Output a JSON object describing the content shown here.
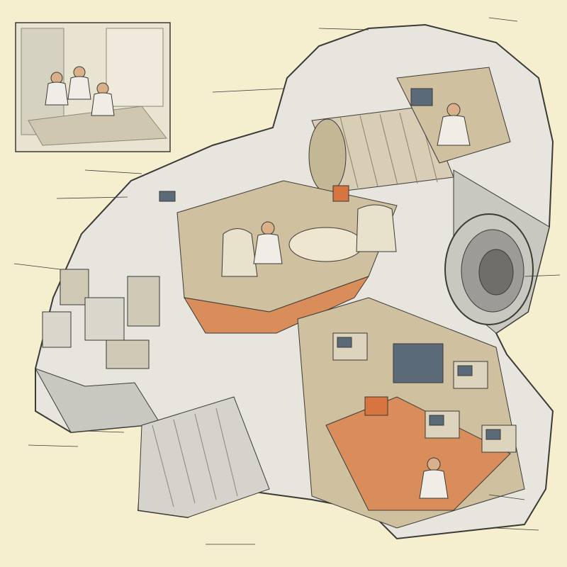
{
  "illustration": {
    "palette": {
      "paper": "#f6efcf",
      "hull": "#e7e5de",
      "hull_shade": "#c9c8c0",
      "hull_dark": "#9c9b95",
      "outline": "#3a3a36",
      "floor": "#d98d5a",
      "floor_dark": "#b8683c",
      "interior": "#cfc0a0",
      "interior_dark": "#8f7e62",
      "accent_orange": "#d8743f",
      "screen": "#5a6a78",
      "figure": "#f0ede6"
    },
    "elements": {
      "inset_panel": "crew-lounge-inset",
      "main_hull": "spacecraft-cutaway",
      "reactor": "engine-cylinder",
      "lounge": "crew-lounge-with-table",
      "control_room": "control-room-with-consoles",
      "thruster": "round-thruster-nozzle",
      "label_lines": "annotation-leader-lines"
    }
  }
}
